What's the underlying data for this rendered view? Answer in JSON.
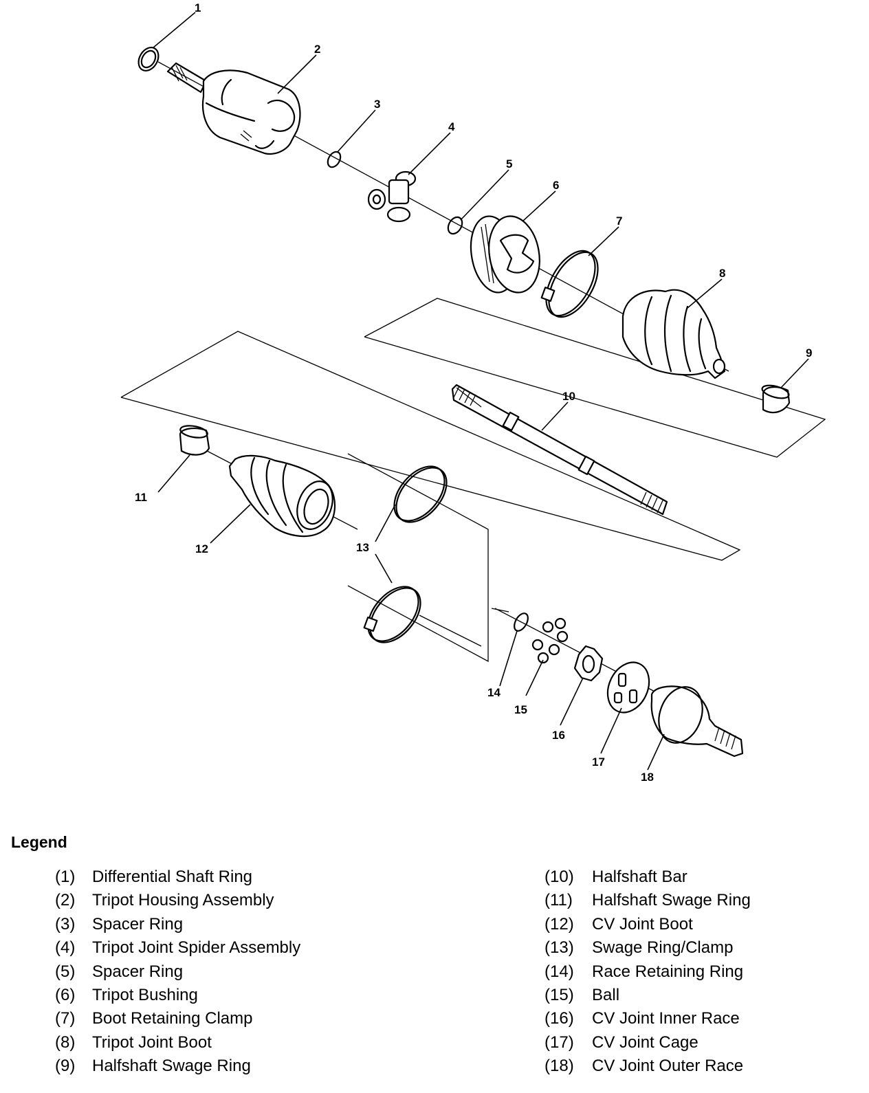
{
  "callouts": [
    "1",
    "2",
    "3",
    "4",
    "5",
    "6",
    "7",
    "8",
    "9",
    "10",
    "11",
    "12",
    "13",
    "14",
    "15",
    "16",
    "17",
    "18"
  ],
  "legend": {
    "title": "Legend",
    "left": [
      {
        "num": "(1)",
        "label": "Differential Shaft Ring"
      },
      {
        "num": "(2)",
        "label": "Tripot Housing Assembly"
      },
      {
        "num": "(3)",
        "label": "Spacer Ring"
      },
      {
        "num": "(4)",
        "label": "Tripot Joint Spider Assembly"
      },
      {
        "num": "(5)",
        "label": "Spacer Ring"
      },
      {
        "num": "(6)",
        "label": "Tripot Bushing"
      },
      {
        "num": "(7)",
        "label": "Boot Retaining Clamp"
      },
      {
        "num": "(8)",
        "label": "Tripot Joint Boot"
      },
      {
        "num": "(9)",
        "label": "Halfshaft Swage Ring"
      }
    ],
    "right": [
      {
        "num": "(10)",
        "label": "Halfshaft Bar"
      },
      {
        "num": "(11)",
        "label": "Halfshaft Swage Ring"
      },
      {
        "num": "(12)",
        "label": "CV Joint Boot"
      },
      {
        "num": "(13)",
        "label": "Swage Ring/Clamp"
      },
      {
        "num": "(14)",
        "label": "Race Retaining Ring"
      },
      {
        "num": "(15)",
        "label": "Ball"
      },
      {
        "num": "(16)",
        "label": "CV Joint Inner Race"
      },
      {
        "num": "(17)",
        "label": "CV Joint Cage"
      },
      {
        "num": "(18)",
        "label": "CV Joint Outer Race"
      }
    ]
  }
}
